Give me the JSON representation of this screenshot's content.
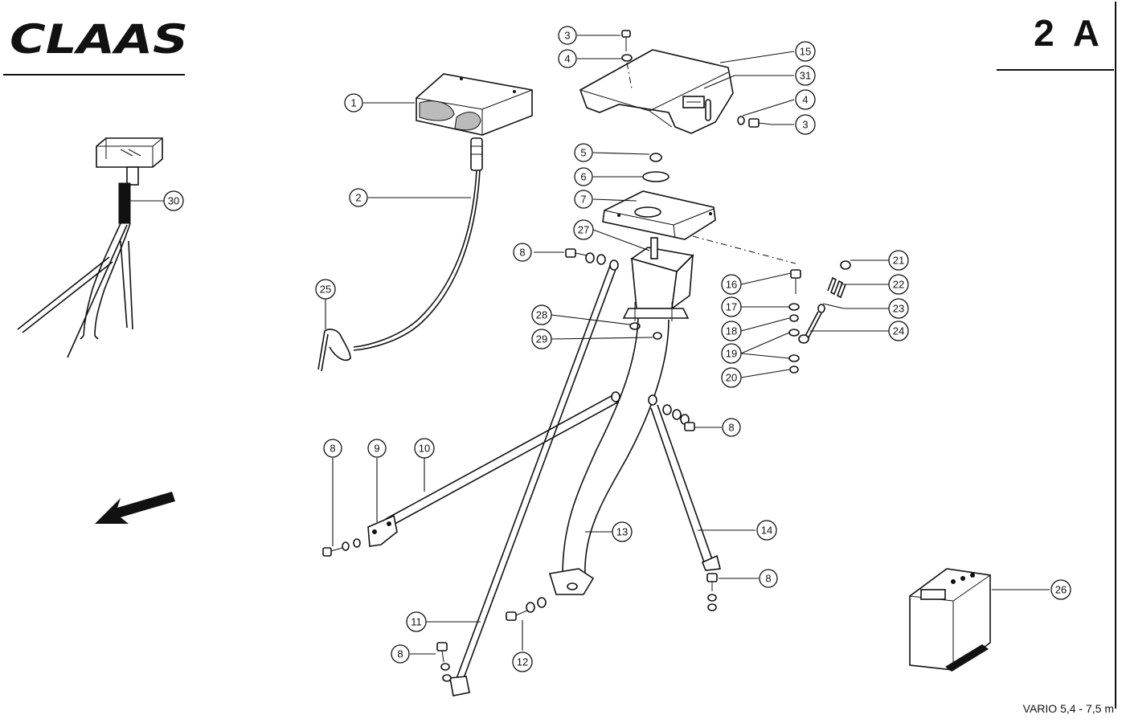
{
  "header": {
    "brand": "CLAAS",
    "page_code": "2 A"
  },
  "footer": {
    "label": "VARIO 5,4 - 7,5 m"
  },
  "callouts": {
    "c1": "1",
    "c2": "2",
    "c3a": "3",
    "c4a": "4",
    "c15": "15",
    "c31": "31",
    "c4b": "4",
    "c3b": "3",
    "c5": "5",
    "c6": "6",
    "c7": "7",
    "c27": "27",
    "c8a": "8",
    "c28": "28",
    "c29": "29",
    "c16": "16",
    "c17": "17",
    "c18": "18",
    "c19": "19",
    "c20": "20",
    "c21": "21",
    "c22": "22",
    "c23": "23",
    "c24": "24",
    "c30": "30",
    "c25": "25",
    "c8b": "8",
    "c8c": "8",
    "c9": "9",
    "c10": "10",
    "c13": "13",
    "c14": "14",
    "c8d": "8",
    "c11": "11",
    "c8e": "8",
    "c12": "12",
    "c26": "26"
  },
  "icons": {
    "direction_arrow": "travel-direction-arrow-icon"
  },
  "colors": {
    "ink": "#111111",
    "paper": "#ffffff"
  }
}
